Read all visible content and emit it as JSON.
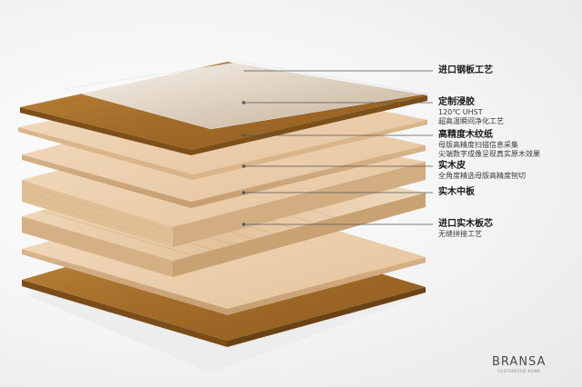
{
  "colors": {
    "background": "#f2f2f2",
    "steel_film": "#e6e8ea",
    "veneer_dark": "#a8722c",
    "paper_light": "#e7c7a0",
    "solid_wood_light": "#ecd4b4",
    "leader_line": "#555555"
  },
  "layers": [
    {
      "title": "进口钢板工艺",
      "desc": []
    },
    {
      "title": "定制浸胶",
      "desc": [
        "120℃ UHST",
        "超高温瞬间净化工艺"
      ]
    },
    {
      "title": "高精度木纹纸",
      "desc": [
        "母版高精度扫描信息采集",
        "尖端数字成像呈现真实原木效果"
      ]
    },
    {
      "title": "实木皮",
      "desc": [
        "全角度精选母版高精度刨切"
      ]
    },
    {
      "title": "实木中板",
      "desc": []
    },
    {
      "title": "进口实木板芯",
      "desc": [
        "无缝拼接工艺"
      ]
    }
  ],
  "brand": {
    "name": "BRANSA",
    "tagline": "CUSTOMIZED HOME"
  }
}
